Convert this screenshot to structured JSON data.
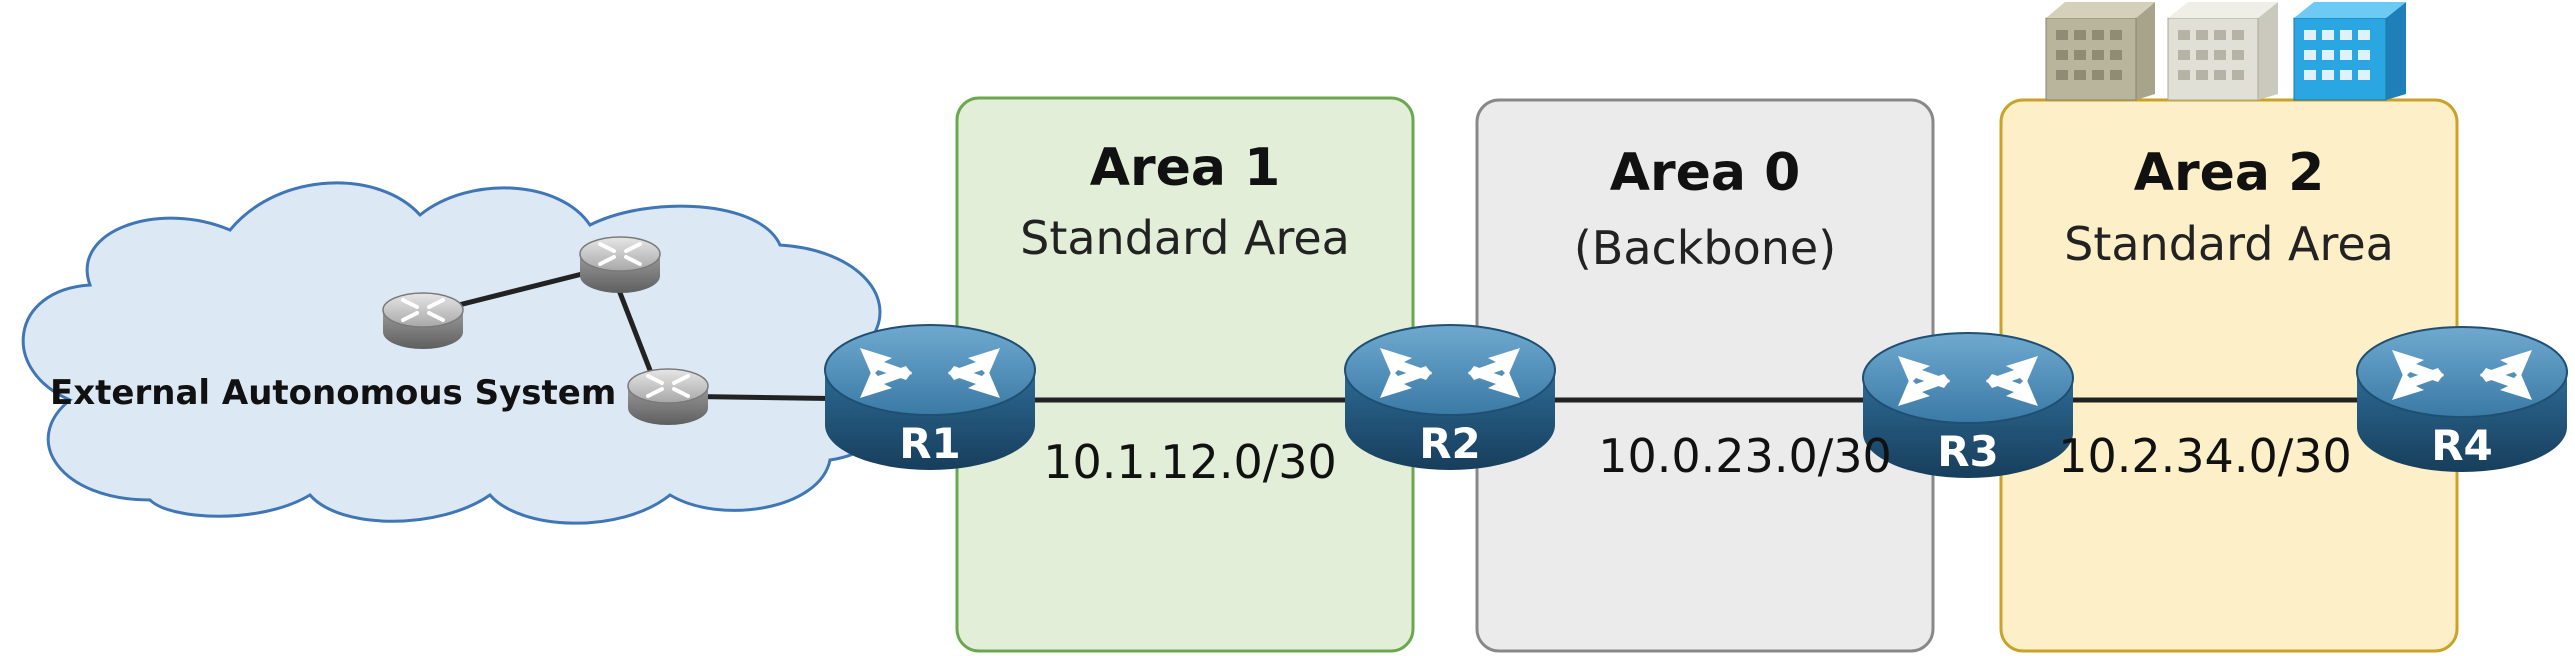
{
  "external_as": {
    "label": "External Autonomous System"
  },
  "areas": [
    {
      "id": "area1",
      "title": "Area 1",
      "subtitle": "Standard Area",
      "fill": "#e3eed8",
      "stroke": "#6aa84f"
    },
    {
      "id": "area0",
      "title": "Area 0",
      "subtitle": "(Backbone)",
      "fill": "#ebebeb",
      "stroke": "#888888"
    },
    {
      "id": "area2",
      "title": "Area 2",
      "subtitle": "Standard Area",
      "fill": "#fdf0c8",
      "stroke": "#c9a227"
    }
  ],
  "routers": [
    {
      "label": "R1"
    },
    {
      "label": "R2"
    },
    {
      "label": "R3"
    },
    {
      "label": "R4"
    }
  ],
  "links": [
    {
      "subnet": "10.1.12.0/30"
    },
    {
      "subnet": "10.0.23.0/30"
    },
    {
      "subnet": "10.2.34.0/30"
    }
  ],
  "colors": {
    "cloud_fill": "#dde8f5",
    "cloud_stroke": "#3f76b5",
    "router_blue": "#2f6a91",
    "link": "#222222"
  },
  "icons": [
    "router-icon",
    "building-icon"
  ]
}
